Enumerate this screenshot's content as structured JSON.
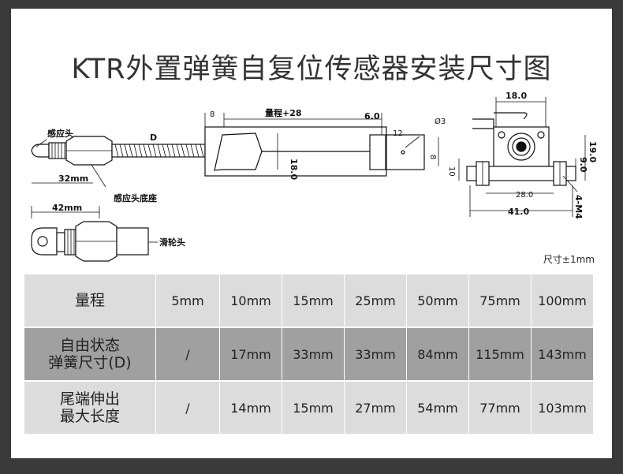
{
  "title": "KTR外置弹簧自复位传感器安装尺寸图",
  "drawing": {
    "labels": {
      "sensor_head": "感应头",
      "sensor_base": "感应头底座",
      "pulley_head": "滑轮头",
      "d": "D",
      "len_32": "32mm",
      "len_42": "42mm",
      "range_plus_28": "量程+28",
      "dim_8_left": "8",
      "dim_6": "6.0",
      "dim_12": "12",
      "dim_18_vertical": "18.0",
      "dim_8_right": "8",
      "hole": "Ø3",
      "dim_18_top": "18.0",
      "dim_10": "10",
      "dim_9": "9.0",
      "dim_19": "19.0",
      "dim_28": "28.0",
      "dim_41": "41.0",
      "screws": "4-M4"
    }
  },
  "tolerance_note": "尺寸±1mm",
  "table": {
    "rows": [
      {
        "head": "量程",
        "cells": [
          "5mm",
          "10mm",
          "15mm",
          "25mm",
          "50mm",
          "75mm",
          "100mm"
        ]
      },
      {
        "head": "自由状态\n弹簧尺寸(D)",
        "cells": [
          "/",
          "17mm",
          "33mm",
          "33mm",
          "84mm",
          "115mm",
          "143mm"
        ]
      },
      {
        "head": "尾端伸出\n最大长度",
        "cells": [
          "/",
          "14mm",
          "15mm",
          "27mm",
          "54mm",
          "77mm",
          "103mm"
        ]
      }
    ]
  }
}
